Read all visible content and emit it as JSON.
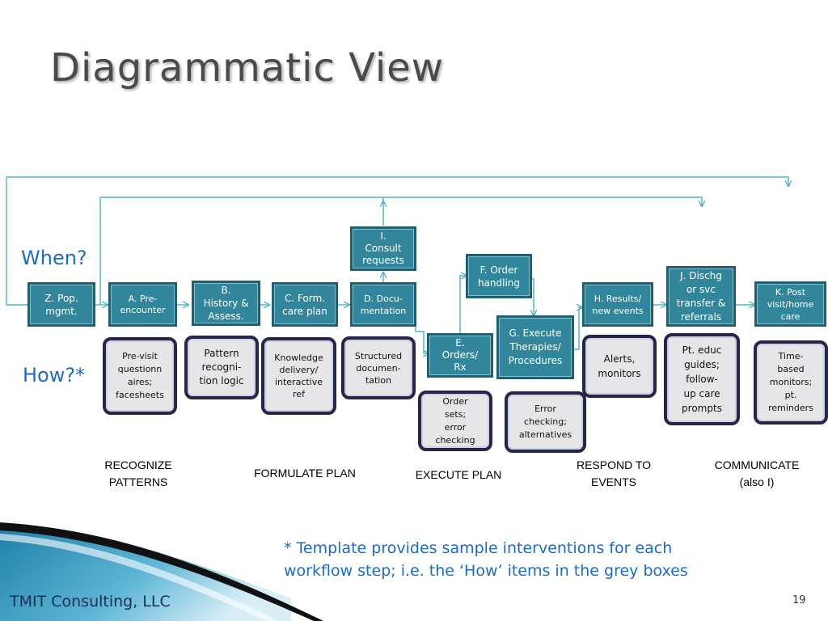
{
  "slide": {
    "title": "Diagrammatic View",
    "when_label": "When?",
    "how_label": "How?*",
    "footnote_line1": "* Template provides sample interventions for each",
    "footnote_line2": "workflow step; i.e. the ‘How’ items in the grey boxes",
    "footer": "TMIT Consulting, LLC",
    "page_number": "19"
  },
  "steps": {
    "z": "Z. Pop.\nmgmt.",
    "a": "A. Pre-\nencounter",
    "b": "B.\nHistory &\nAssess.",
    "c": "C. Form.\ncare plan",
    "d": "D. Docu-\nmentation",
    "i": "I.\nConsult\nrequests",
    "e": "E.\nOrders/\nRx",
    "f": "F. Order\nhandling",
    "g": "G. Execute\nTherapies/\nProcedures",
    "h": "H. Results/\nnew events",
    "j": "J. Dischg\nor svc\ntransfer &\nreferrals",
    "k": "K. Post\nvisit/home\ncare"
  },
  "interventions": {
    "a": "Pre-visit\nquestionn\naires;\nfacesheets",
    "b": "Pattern\nrecogni-\ntion logic",
    "c": "Knowledge\ndelivery/\ninteractive\nref",
    "d": "Structured\ndocumen-\ntation",
    "e": "Order\nsets;\nerror\nchecking",
    "g": "Error\nchecking;\nalternatives",
    "h": "Alerts,\nmonitors",
    "j": "Pt. educ\nguides;\nfollow-\nup care\nprompts",
    "k": "Time-\nbased\nmonitors;\npt.\nreminders"
  },
  "phases": {
    "recognize": "RECOGNIZE\nPATTERNS",
    "formulate": "FORMULATE PLAN",
    "execute": "EXECUTE PLAN",
    "respond": "RESPOND TO\nEVENTS",
    "communicate": "COMMUNICATE\n(also I)"
  },
  "colors": {
    "step_fill": "#31869b",
    "step_border": "#1f5f6f",
    "arrow": "#4fb3c5",
    "intervention_border": "#25264a",
    "intervention_fill": "#e6e6e8",
    "label_blue": "#1a6bd0"
  }
}
